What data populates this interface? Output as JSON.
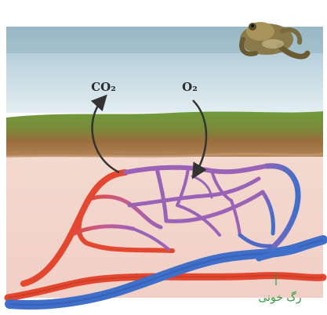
{
  "labels": {
    "co2": "CO₂",
    "o2": "O₂",
    "blood_vessel": "رگ خونی"
  },
  "icons": {
    "frog": "frog-icon"
  },
  "colors": {
    "water_top": "#9fbcc9",
    "water_mid": "#c9dde6",
    "moss": "#6f9a3a",
    "soil": "#a06f3f",
    "skin": "#f2d3cb",
    "artery": "#e4472f",
    "capillary": "#9a63b7",
    "vein": "#3f6fc9",
    "label_green": "#2f9a38"
  }
}
